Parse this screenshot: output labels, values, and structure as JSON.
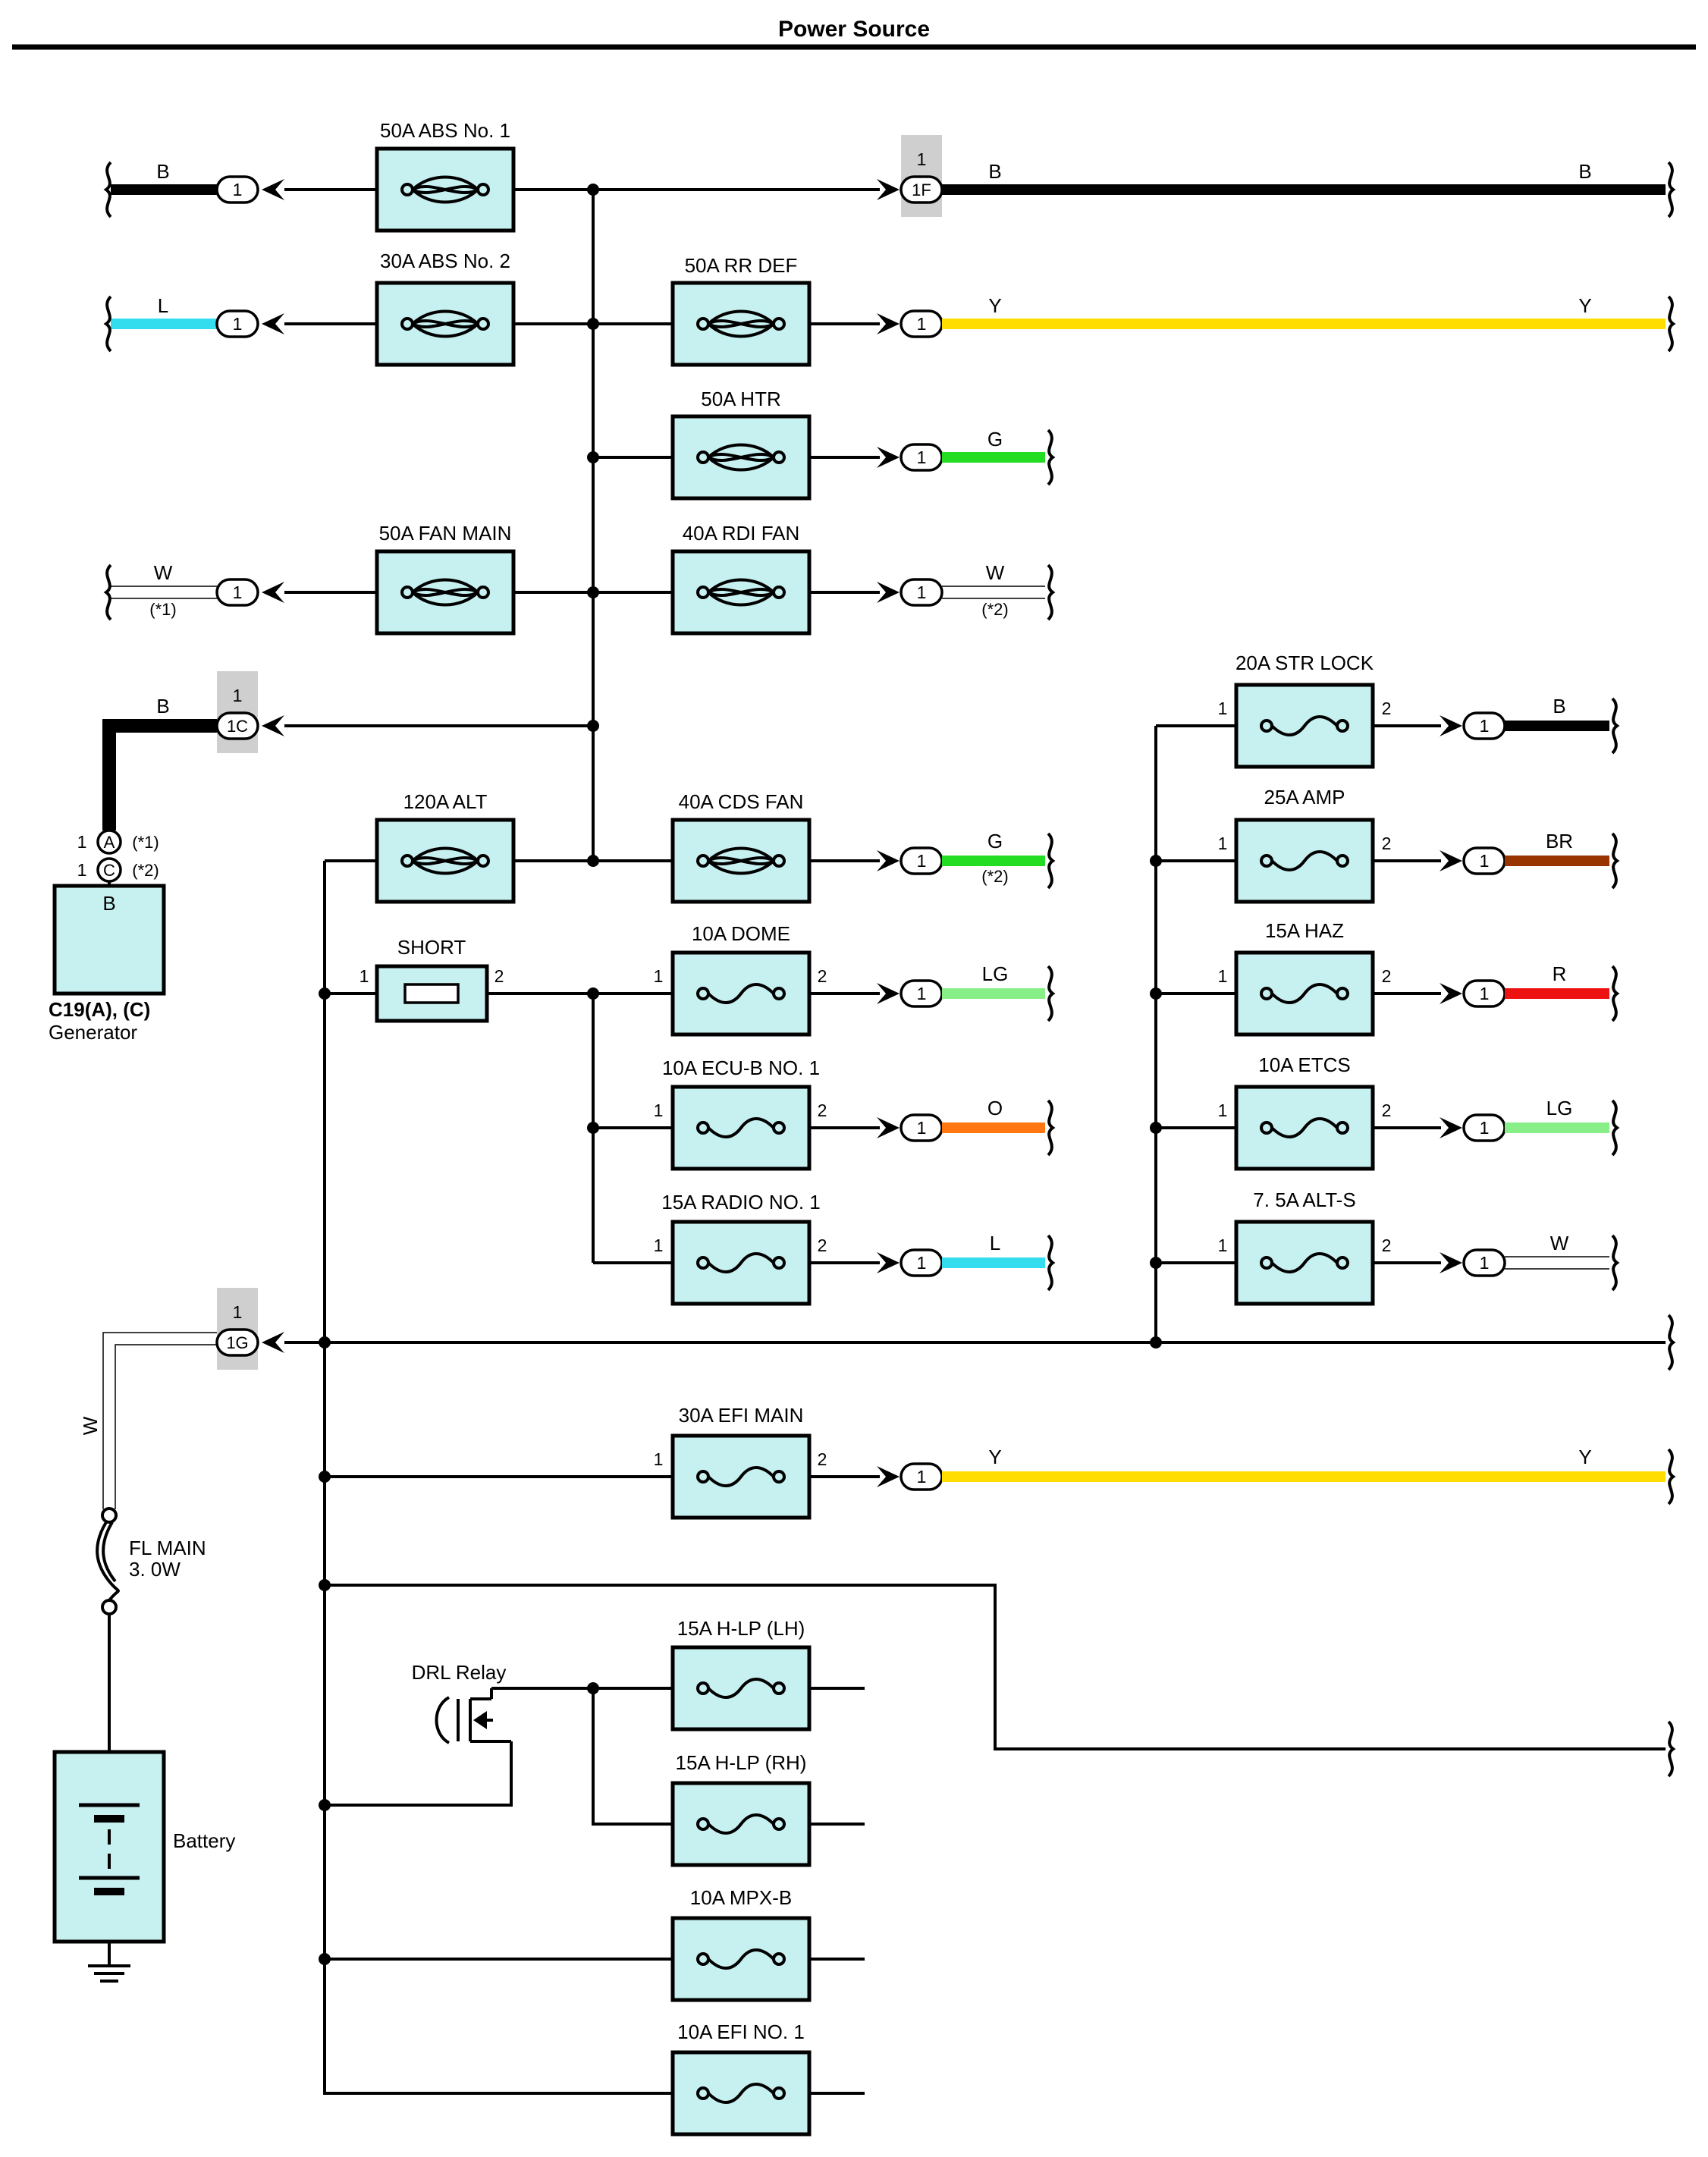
{
  "title": "Power Source",
  "colors": {
    "box_fill": "#c7f0f0",
    "B": "#000000",
    "L": "#33ddee",
    "Y": "#ffdd00",
    "G": "#22dd22",
    "BR": "#993300",
    "R": "#ee1111",
    "O": "#ff7711",
    "LG": "#88ee88",
    "W": "#ffffff"
  },
  "fuses": [
    {
      "id": "abs1",
      "label": "50A ABS No. 1"
    },
    {
      "id": "abs2",
      "label": "30A ABS No. 2"
    },
    {
      "id": "fanmain",
      "label": "50A FAN MAIN"
    },
    {
      "id": "alt",
      "label": "120A ALT"
    },
    {
      "id": "rrdef",
      "label": "50A RR DEF"
    },
    {
      "id": "htr",
      "label": "50A HTR"
    },
    {
      "id": "rdi",
      "label": "40A RDI FAN"
    },
    {
      "id": "cds",
      "label": "40A CDS FAN"
    },
    {
      "id": "dome",
      "label": "10A DOME",
      "pins": [
        "1",
        "2"
      ]
    },
    {
      "id": "ecub",
      "label": "10A ECU-B NO. 1",
      "pins": [
        "1",
        "2"
      ]
    },
    {
      "id": "radio",
      "label": "15A RADIO NO. 1",
      "pins": [
        "1",
        "2"
      ]
    },
    {
      "id": "efimain",
      "label": "30A EFI MAIN",
      "pins": [
        "1",
        "2"
      ]
    },
    {
      "id": "hlplh",
      "label": "15A H-LP (LH)"
    },
    {
      "id": "hlprh",
      "label": "15A H-LP (RH)"
    },
    {
      "id": "mpxb",
      "label": "10A MPX-B"
    },
    {
      "id": "efi1",
      "label": "10A EFI NO. 1"
    },
    {
      "id": "strlock",
      "label": "20A STR LOCK",
      "pins": [
        "1",
        "2"
      ]
    },
    {
      "id": "amp",
      "label": "25A AMP",
      "pins": [
        "1",
        "2"
      ]
    },
    {
      "id": "haz",
      "label": "15A HAZ",
      "pins": [
        "1",
        "2"
      ]
    },
    {
      "id": "etcs",
      "label": "10A ETCS",
      "pins": [
        "1",
        "2"
      ]
    },
    {
      "id": "alts",
      "label": "7. 5A ALT-S",
      "pins": [
        "1",
        "2"
      ]
    }
  ],
  "short": {
    "label": "SHORT",
    "pins": [
      "1",
      "2"
    ]
  },
  "drl_relay": {
    "label": "DRL Relay"
  },
  "fl_main": {
    "label_1": "FL MAIN",
    "label_2": "3. 0W"
  },
  "battery": {
    "label": "Battery"
  },
  "generator": {
    "code": "C19(A), (C)",
    "name": "Generator",
    "inner": "B",
    "pin_a": "1",
    "conn_a": "A",
    "note_a": "(*1)",
    "pin_c": "1",
    "conn_c": "C",
    "note_c": "(*2)"
  },
  "connector_pin": "1",
  "junction_connectors": [
    {
      "id": "1F",
      "pin": "1",
      "code": "1F"
    },
    {
      "id": "1C",
      "pin": "1",
      "code": "1C"
    },
    {
      "id": "1G",
      "pin": "1",
      "code": "1G"
    }
  ],
  "wire_colors": {
    "abs1_in": "B",
    "abs1_out_1": "B",
    "abs1_out_2": "B",
    "abs2_in": "L",
    "rrdef_out_1": "Y",
    "rrdef_out_2": "Y",
    "htr_out": "G",
    "fanmain_in": "W",
    "fanmain_in_note": "(*1)",
    "rdi_out": "W",
    "rdi_out_note": "(*2)",
    "gen_wire": "B",
    "cds_out": "G",
    "cds_out_note": "(*2)",
    "dome_out": "LG",
    "ecub_out": "O",
    "radio_out": "L",
    "efimain_out_1": "Y",
    "efimain_out_2": "Y",
    "strlock_out": "B",
    "amp_out": "BR",
    "haz_out": "R",
    "etcs_out": "LG",
    "alts_out": "W",
    "battery_wire": "W"
  }
}
